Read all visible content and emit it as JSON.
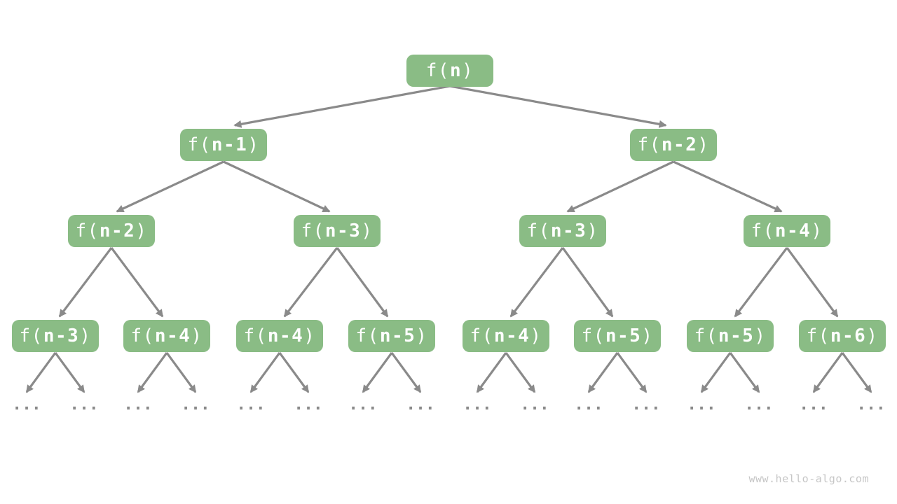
{
  "diagram_type": "recursion-tree",
  "node_prefix": "f(",
  "node_suffix": ")",
  "ellipsis": "...",
  "watermark": "www.hello-algo.com",
  "colors": {
    "node_fill": "#8abc85",
    "node_text": "#ffffff",
    "arrow": "#8a8a8a",
    "watermark_text": "#c6c6c6",
    "background": "#ffffff"
  },
  "nodes": [
    {
      "level": 1,
      "label": "f(n)",
      "arg": "n"
    },
    {
      "level": 2,
      "label": "f(n-1)",
      "arg": "n-1"
    },
    {
      "level": 2,
      "label": "f(n-2)",
      "arg": "n-2"
    },
    {
      "level": 3,
      "label": "f(n-2)",
      "arg": "n-2"
    },
    {
      "level": 3,
      "label": "f(n-3)",
      "arg": "n-3"
    },
    {
      "level": 3,
      "label": "f(n-3)",
      "arg": "n-3"
    },
    {
      "level": 3,
      "label": "f(n-4)",
      "arg": "n-4"
    },
    {
      "level": 4,
      "label": "f(n-3)",
      "arg": "n-3"
    },
    {
      "level": 4,
      "label": "f(n-4)",
      "arg": "n-4"
    },
    {
      "level": 4,
      "label": "f(n-4)",
      "arg": "n-4"
    },
    {
      "level": 4,
      "label": "f(n-5)",
      "arg": "n-5"
    },
    {
      "level": 4,
      "label": "f(n-4)",
      "arg": "n-4"
    },
    {
      "level": 4,
      "label": "f(n-5)",
      "arg": "n-5"
    },
    {
      "level": 4,
      "label": "f(n-5)",
      "arg": "n-5"
    },
    {
      "level": 4,
      "label": "f(n-6)",
      "arg": "n-6"
    }
  ],
  "tree_levels": [
    [
      "f(n)"
    ],
    [
      "f(n-1)",
      "f(n-2)"
    ],
    [
      "f(n-2)",
      "f(n-3)",
      "f(n-3)",
      "f(n-4)"
    ],
    [
      "f(n-3)",
      "f(n-4)",
      "f(n-4)",
      "f(n-5)",
      "f(n-4)",
      "f(n-5)",
      "f(n-5)",
      "f(n-6)"
    ]
  ]
}
